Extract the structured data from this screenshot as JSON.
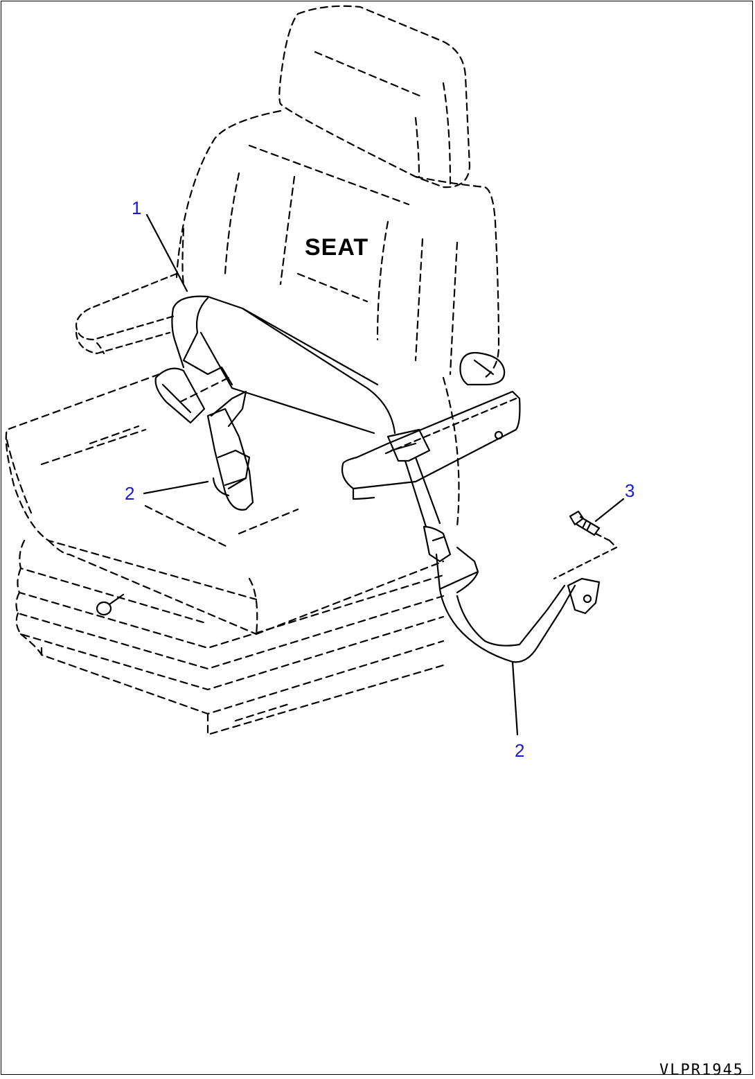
{
  "diagram": {
    "seat_label": "SEAT",
    "figure_code": "VLPR1945",
    "callouts": [
      {
        "id": "c1",
        "text": "1"
      },
      {
        "id": "c2a",
        "text": "2"
      },
      {
        "id": "c3",
        "text": "3"
      },
      {
        "id": "c2b",
        "text": "2"
      }
    ]
  },
  "colors": {
    "line": "#000000",
    "callout": "#1a1ad6",
    "background": "#ffffff"
  }
}
